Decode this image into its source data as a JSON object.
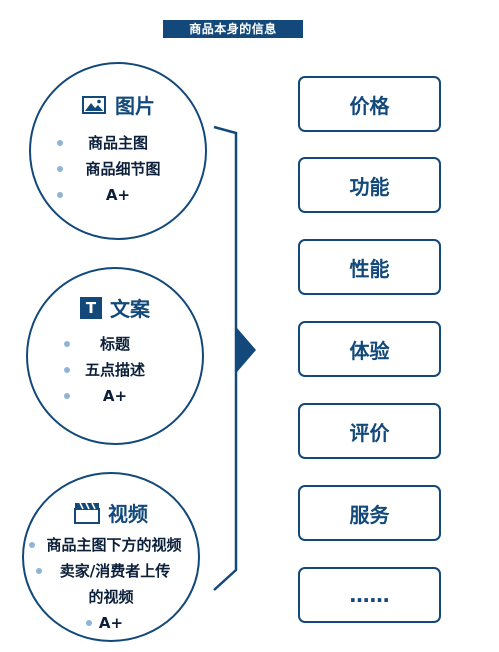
{
  "title": "商品本身的信息",
  "colors": {
    "primary": "#12497a",
    "bullet": "#8fb4d6"
  },
  "groups": [
    {
      "icon": "image-icon",
      "label": "图片",
      "items": [
        "商品主图",
        "商品细节图",
        "A+"
      ]
    },
    {
      "icon": "text-t-icon",
      "label": "文案",
      "icon_text": "T",
      "items": [
        "标题",
        "五点描述",
        "A+"
      ]
    },
    {
      "icon": "clapperboard-icon",
      "label": "视频",
      "items": [
        "商品主图下方的视频",
        "卖家/消费者上传",
        "的视频",
        "A+"
      ]
    }
  ],
  "boxes": [
    "价格",
    "功能",
    "性能",
    "体验",
    "评价",
    "服务",
    "……"
  ]
}
